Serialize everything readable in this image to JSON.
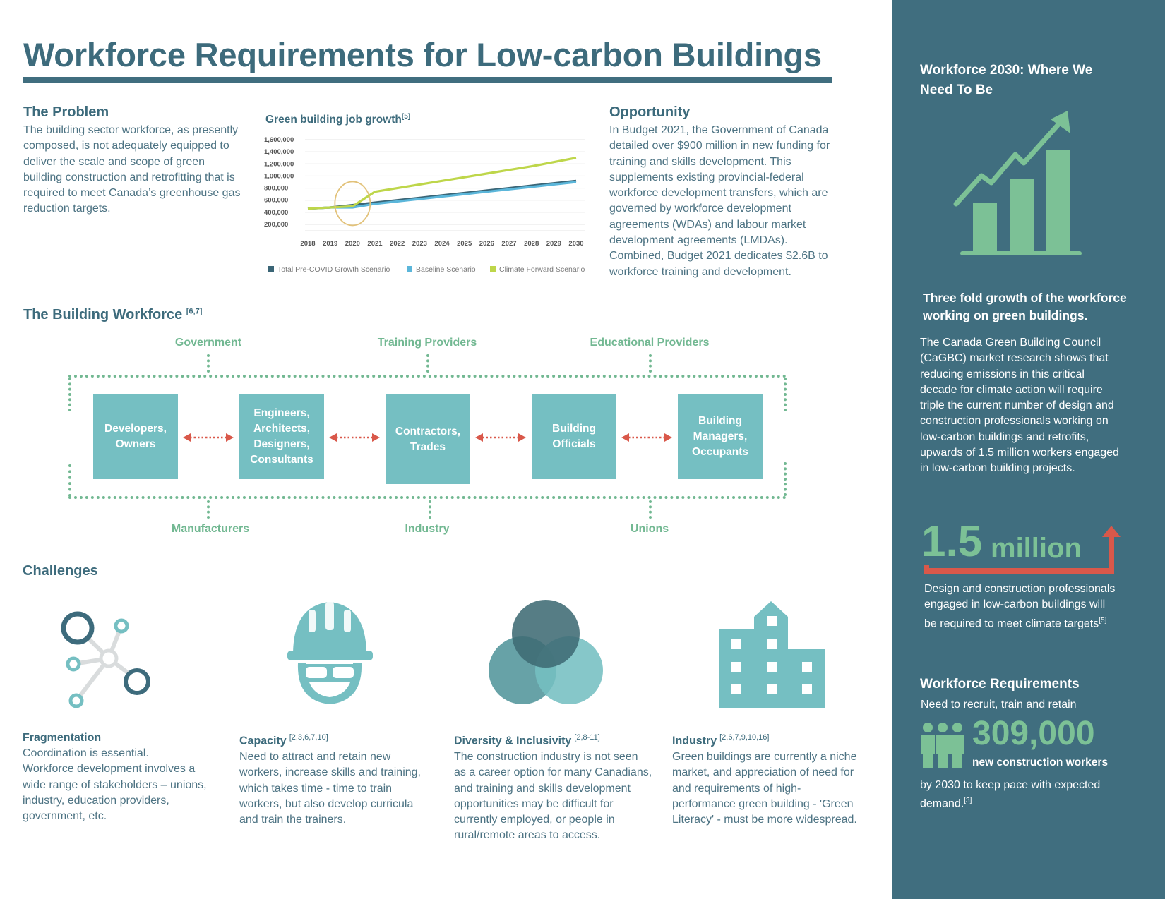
{
  "title": "Workforce Requirements for Low-carbon Buildings",
  "problem": {
    "heading": "The Problem",
    "lines": [
      "The building sector workforce, as presently",
      "composed, is not adequately equipped to",
      "deliver the scale and scope of green",
      "building construction and retrofitting that is",
      "required to meet Canada’s greenhouse gas",
      "reduction targets."
    ]
  },
  "chart_title": "Green building job growth",
  "chart_ref": "[5]",
  "chart_data": {
    "type": "line",
    "title": "Green building job growth",
    "x": [
      2018,
      2019,
      2020,
      2021,
      2022,
      2023,
      2024,
      2025,
      2026,
      2027,
      2028,
      2029,
      2030
    ],
    "y_ticks": [
      "1,600,000",
      "1,400,000",
      "1,200,000",
      "1,000,000",
      "800,000",
      "600,000",
      "400,000",
      "200,000"
    ],
    "ylim": [
      200000,
      1600000
    ],
    "grid": true,
    "legend": "bottom",
    "series": [
      {
        "name": "Total Pre-COVID Growth Scenario",
        "color": "#3a6576",
        "values": [
          460000,
          480000,
          520000,
          560000,
          600000,
          640000,
          680000,
          720000,
          760000,
          800000,
          840000,
          880000,
          920000
        ]
      },
      {
        "name": "Baseline Scenario",
        "color": "#5bb6da",
        "values": [
          460000,
          480000,
          480000,
          540000,
          580000,
          620000,
          660000,
          700000,
          740000,
          780000,
          820000,
          860000,
          900000
        ]
      },
      {
        "name": "Climate Forward Scenario",
        "color": "#bed64a",
        "values": [
          460000,
          480000,
          500000,
          740000,
          800000,
          860000,
          920000,
          980000,
          1040000,
          1100000,
          1160000,
          1230000,
          1300000
        ]
      }
    ]
  },
  "opportunity": {
    "heading": "Opportunity",
    "lines": [
      "In Budget 2021, the Government of Canada",
      "detailed over $900 million in new funding for",
      "training and skills development. This",
      "supplements existing provincial-federal",
      "workforce development transfers, which are",
      "governed by workforce development",
      "agreements (WDAs) and labour market",
      "development agreements (LMDAs).",
      "Combined, Budget 2021 dedicates $2.6B to",
      "workforce training and development."
    ]
  },
  "workforce": {
    "heading": "The Building Workforce",
    "ref": "[6,7]",
    "top_labels": [
      "Government",
      "Training Providers",
      "Educational Providers"
    ],
    "bottom_labels": [
      "Manufacturers",
      "Industry",
      "Unions"
    ],
    "roles": [
      [
        "Developers,",
        "Owners"
      ],
      [
        "Engineers,",
        "Architects,",
        "Designers,",
        "Consultants"
      ],
      [
        "Contractors,",
        "Trades"
      ],
      [
        "Building",
        "Officials"
      ],
      [
        "Building",
        "Managers,",
        "Occupants"
      ]
    ],
    "arrow_color": "#d9584a"
  },
  "challenges": {
    "heading": "Challenges",
    "items": [
      {
        "icon": "network-icon",
        "title": "Fragmentation",
        "ref": "",
        "lines": [
          "Coordination is essential.",
          "Workforce development involves a",
          "wide range of stakeholders – unions,",
          "industry, education providers,",
          "government, etc."
        ]
      },
      {
        "icon": "hard-hat-worker-icon",
        "title": "Capacity",
        "ref": "[2,3,6,7,10]",
        "lines": [
          "Need to attract and retain new",
          "workers, increase skills and training,",
          "which takes time - time to train",
          "workers, but also develop curricula",
          "and train the trainers."
        ]
      },
      {
        "icon": "venn-diagram-icon",
        "title": "Diversity & Inclusivity",
        "ref": "[2,8-11]",
        "lines": [
          "The construction industry is not seen",
          "as a career option for many Canadians,",
          "and training and skills development",
          "opportunities may be difficult for",
          "currently employed, or people in",
          "rural/remote areas to access."
        ]
      },
      {
        "icon": "building-icon",
        "title": "Industry",
        "ref": "[2,6,7,9,10,16]",
        "lines": [
          "Green buildings are currently a niche",
          "market, and appreciation of need for",
          "and requirements of high-",
          "performance green building - 'Green",
          "Literacy' - must be more widespread."
        ]
      }
    ]
  },
  "sidebar": {
    "heading_lines": [
      "Workforce 2030: Where We",
      "Need To Be"
    ],
    "growth_icon": "bar-chart-growth-icon",
    "threefold_lines": [
      "Three fold growth of the workforce",
      "working on green buildings."
    ],
    "threefold_text_lines": [
      "The Canada Green Building Council",
      "(CaGBC) market research shows that",
      "reducing emissions in this critical",
      "decade for climate action will require",
      "triple the current number of design and",
      "construction professionals working on",
      "low-carbon buildings and retrofits,",
      "upwards of 1.5 million workers engaged",
      "in low-carbon building projects."
    ],
    "stat_number": "1.5",
    "stat_unit": "million",
    "stat_text_lines": [
      "Design and construction professionals",
      "engaged in low-carbon buildings will",
      "be required to meet climate targets"
    ],
    "stat_ref": "[5]",
    "req_heading": "Workforce Requirements",
    "req_sub": "Need to recruit, train and retain",
    "people_icon": "people-group-icon",
    "req_number": "309,000",
    "req_unit": "new construction workers",
    "req_tail_lines": [
      "by 2030 to keep pace with expected",
      "demand."
    ],
    "req_ref": "[3]",
    "accent_green": "#7cc196",
    "accent_red": "#d9584a"
  }
}
